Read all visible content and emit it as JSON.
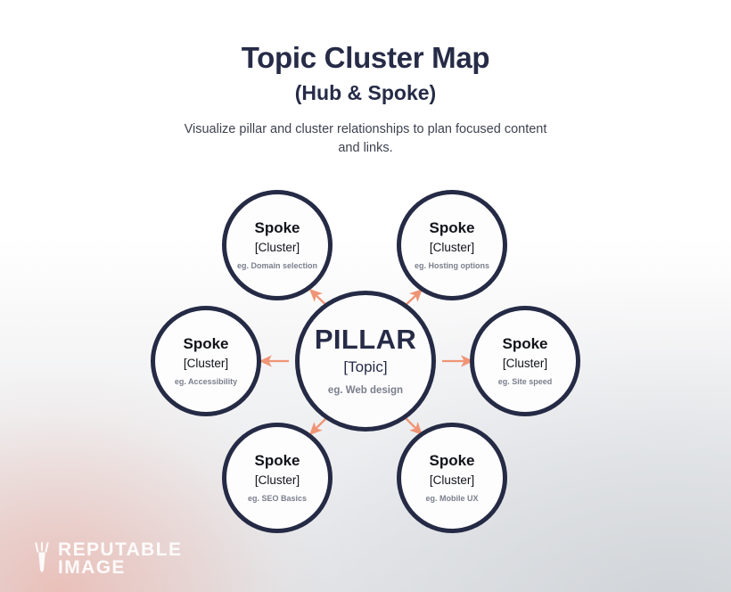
{
  "header": {
    "title": "Topic Cluster Map",
    "subtitle": "(Hub & Spoke)",
    "description": "Visualize pillar and cluster relationships to plan focused content and links."
  },
  "diagram": {
    "type": "hub-and-spoke",
    "hub": {
      "title": "PILLAR",
      "subtitle": "[Topic]",
      "example": "eg. Web design"
    },
    "spokes": [
      {
        "id": "top-left",
        "title": "Spoke",
        "subtitle": "[Cluster]",
        "example": "eg. Domain selection",
        "direction": "up-left"
      },
      {
        "id": "top-right",
        "title": "Spoke",
        "subtitle": "[Cluster]",
        "example": "eg. Hosting options",
        "direction": "up-right"
      },
      {
        "id": "left",
        "title": "Spoke",
        "subtitle": "[Cluster]",
        "example": "eg. Accessibility",
        "direction": "left"
      },
      {
        "id": "right",
        "title": "Spoke",
        "subtitle": "[Cluster]",
        "example": "eg. Site speed",
        "direction": "right"
      },
      {
        "id": "bottom-left",
        "title": "Spoke",
        "subtitle": "[Cluster]",
        "example": "eg. SEO Basics",
        "direction": "down-left"
      },
      {
        "id": "bottom-right",
        "title": "Spoke",
        "subtitle": "[Cluster]",
        "example": "eg. Mobile UX",
        "direction": "down-right"
      }
    ],
    "colors": {
      "node_border": "#252a45",
      "node_fill": "#fdfdfe",
      "arrow": "#ef9576",
      "heading_text": "#262b47",
      "example_text": "#7b7f8c"
    }
  },
  "watermark": {
    "line1": "REPUTABLE",
    "line2": "IMAGE",
    "mark": "torch-icon"
  }
}
